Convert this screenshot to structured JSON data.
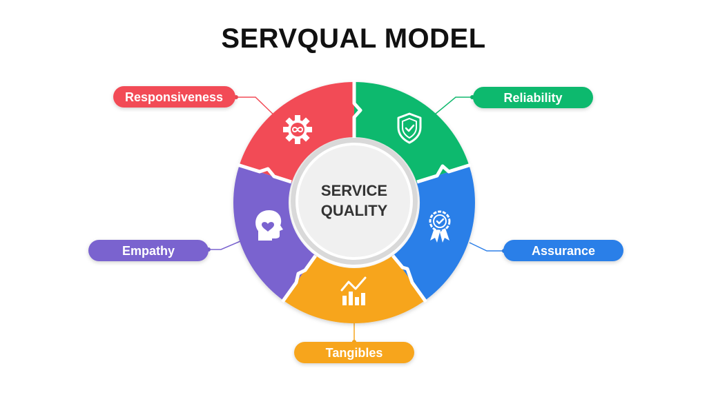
{
  "title": "SERVQUAL MODEL",
  "center": {
    "line1": "SERVICE",
    "line2": "QUALITY"
  },
  "dimensions": [
    {
      "key": "reliability",
      "label": "Reliability",
      "color": "#10b96e",
      "icon": "shield-check-icon"
    },
    {
      "key": "assurance",
      "label": "Assurance",
      "color": "#2c7fe8",
      "icon": "award-badge-icon"
    },
    {
      "key": "tangibles",
      "label": "Tangibles",
      "color": "#f7a51c",
      "icon": "chart-growth-icon"
    },
    {
      "key": "empathy",
      "label": "Empathy",
      "color": "#7a63cf",
      "icon": "head-heart-icon"
    },
    {
      "key": "responsiveness",
      "label": "Responsiveness",
      "color": "#f24b56",
      "icon": "gear-infinity-icon"
    }
  ]
}
